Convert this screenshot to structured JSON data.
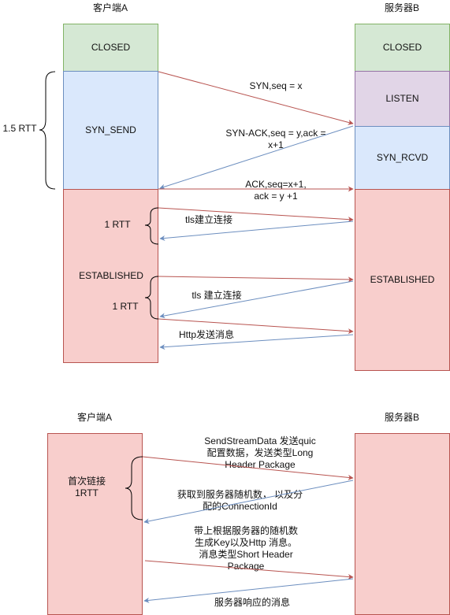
{
  "diagram1": {
    "client_title": "客户端A",
    "server_title": "服务器B",
    "client_states": {
      "closed": "CLOSED",
      "syn_send": "SYN_SEND",
      "established": "ESTABLISHED"
    },
    "server_states": {
      "closed": "CLOSED",
      "listen": "LISTEN",
      "syn_rcvd": "SYN_RCVD",
      "established": "ESTABLISHED"
    },
    "brace_labels": {
      "handshake": "1.5 RTT",
      "tls1": "1 RTT",
      "tls2": "1 RTT"
    },
    "messages": {
      "syn": "SYN,seq = x",
      "syn_ack": "SYN-ACK,seq = y,ack =\nx+1",
      "ack": "ACK,seq=x+1,\nack = y +1",
      "tls1": "tls建立连接",
      "tls2": "tls  建立连接",
      "http": "Http发送消息"
    }
  },
  "diagram2": {
    "client_title": "客户端A",
    "server_title": "服务器B",
    "brace_label": "首次链接\n1RTT",
    "messages": {
      "m1": "SendStreamData 发送quic\n配置数据，发送类型Long\nHeader Package",
      "m2": "获取到服务器随机数，  以及分\n配的ConnectionId",
      "m3": "带上根据服务器的随机数\n生成Key以及Http 消息。\n消息类型Short Header\nPackage",
      "m4": "服务器响应的消息"
    }
  },
  "colors": {
    "red_arrow": "#b85450",
    "blue_arrow": "#6c8ebf"
  }
}
